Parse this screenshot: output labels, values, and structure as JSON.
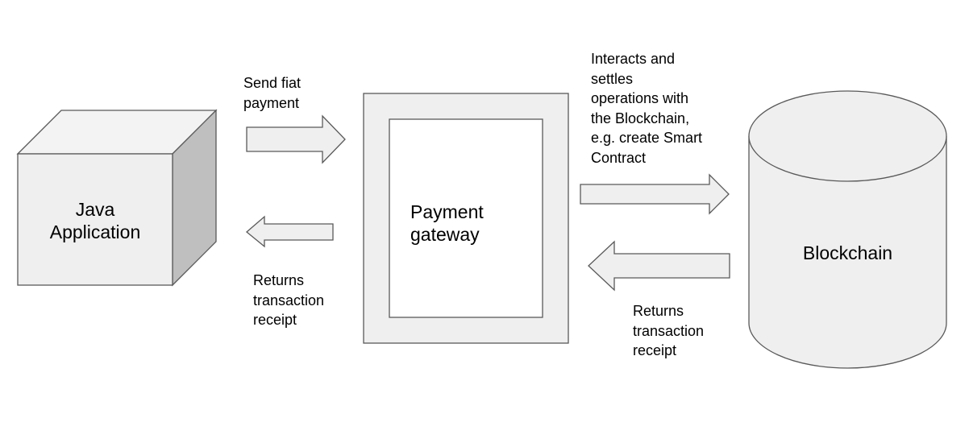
{
  "nodes": {
    "java_app": {
      "lines": [
        "Java",
        "Application"
      ]
    },
    "payment_gateway": {
      "lines": [
        "Payment",
        "gateway"
      ]
    },
    "blockchain": {
      "label": "Blockchain"
    }
  },
  "edges": {
    "send_fiat": {
      "lines": [
        "Send fiat",
        "payment"
      ]
    },
    "returns_receipt_left": {
      "lines": [
        "Returns",
        "transaction",
        "receipt"
      ]
    },
    "interacts": {
      "lines": [
        "Interacts and",
        "settles",
        "operations with",
        "the Blockchain,",
        "e.g. create Smart",
        "Contract"
      ]
    },
    "returns_receipt_right": {
      "lines": [
        "Returns",
        "transaction",
        "receipt"
      ]
    }
  },
  "colors": {
    "fill_light": "#efefef",
    "fill_dark": "#bfbfbf",
    "stroke": "#595959"
  }
}
